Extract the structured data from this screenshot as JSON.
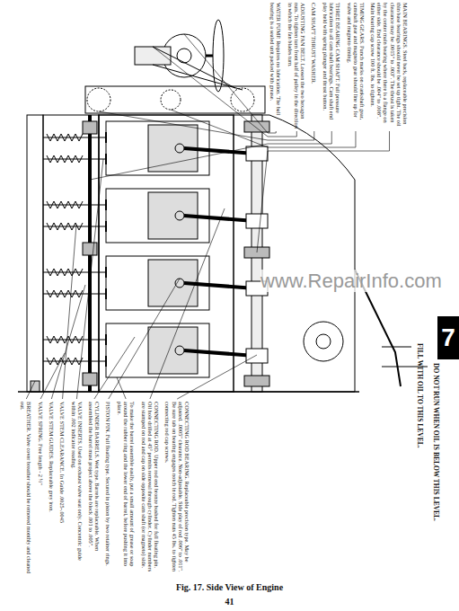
{
  "diagram": {
    "caption": "Fig. 17. Side View of Engine",
    "nodes": [
      {
        "text": [
          "7"
        ]
      }
    ],
    "labels": [
      "WATER PUMP. Requires no lubrication. The ball bearing is a sealed unit packed with grease.",
      "ADJUSTING FAN BELT. Loosen the two hexagon nuts. To tighten turn front half of pulley in the direction in which the fan blades turn.",
      "CAM SHAFT THRUST WASHER.",
      "THREE BEARING CAM SHAFT. Full pressure lubrication to all cam shaft bearings. Cam shaft end play held with spring plunger and thrust button.",
      "TIMING GEARS. Punch marks on crankshaft gear, camshaft gear and magneto gear should line up for valve and magneto timing.",
      "MAIN BEARINGS. Steel back, replaceable precision thin base bearings should never be set up tight. The oil clearance may be .0015\" to .003\". The thrust is taken by the center main bearing where there is a flange on either side. End clearance should be .004\" to .008\". Main bearing cap screw 100 ft. lbs. to tighten.",
      "FILL WITH OIL TO THIS LEVEL.",
      "DO NOT RUN WHEN OIL IS BELOW THIS LEVEL.",
      "BREATHER. Valve cover breather should be removed monthly and cleaned out.",
      "VALVE SPRING. Free length - 2 ½\"",
      "VALVE STEM GUIDES. Replaceable grey iron.",
      "VALVE STEM CLEARANCE. In Guide .0025-.0045",
      "VALVE INSERTS. Used on exhaust valve seat only. Concentric guide within .002 indicator reading.",
      "CYLINDER BARRELS. Wet type. Barrels are replaceable. When assembled the barrel must project above the block .001 to .005\".",
      "PISTON PIN. Full floating type. Secured in piston by two retainer rings.",
      "To make the barrel assemble easily, put a small amount of grease or soap around the rubber ring and the lower end of barrel, before pushing it into place.",
      "CONNECTING ROD. Upper rod end bronze bushed for full floating pin. Oil hole drilled at 45° permits removal through cylinder. Cylinder numbers are stamped on rod and cap on side opposite cam shaft (or magneto) side.",
      "CONNECTING ROD BEARING. Replaceable precision type. May be adjusted. .0005\" clearance. Non-adjustable. Side play of rod .006\" to .011\". Be sure tab on bearing engages notch in rod. Tighten nuts 45 lbs. to tighten connecting rod cap screws.",
      "www.RepairInfo.com",
      "41"
    ]
  }
}
